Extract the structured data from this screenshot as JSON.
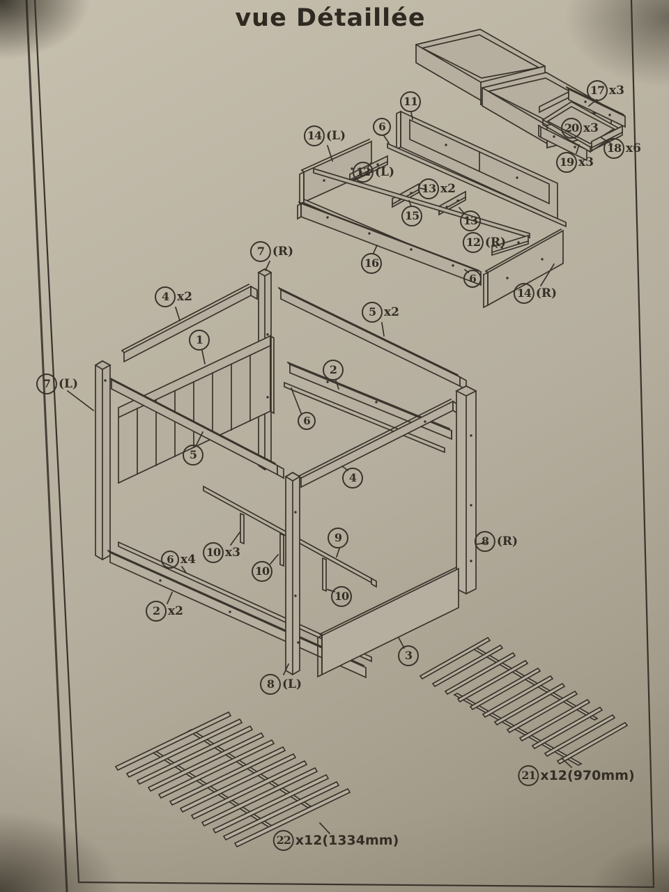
{
  "title": "vue Détaillée",
  "colors": {
    "paper": "#b6af9f",
    "ink": "#38332b"
  },
  "labels": [
    {
      "num": "17",
      "suffix": "x3"
    },
    {
      "num": "20",
      "suffix": "x3"
    },
    {
      "num": "18",
      "suffix": "x6"
    },
    {
      "num": "19",
      "suffix": "x3"
    },
    {
      "num": "11",
      "suffix": ""
    },
    {
      "num": "14",
      "suffix": "(L)"
    },
    {
      "num": "6",
      "suffix": ""
    },
    {
      "num": "12",
      "suffix": "(L)"
    },
    {
      "num": "13",
      "suffix": "x2"
    },
    {
      "num": "15",
      "suffix": ""
    },
    {
      "num": "13",
      "suffix": ""
    },
    {
      "num": "12",
      "suffix": "(R)"
    },
    {
      "num": "16",
      "suffix": ""
    },
    {
      "num": "6",
      "suffix": ""
    },
    {
      "num": "14",
      "suffix": "(R)"
    },
    {
      "num": "7",
      "suffix": "(R)"
    },
    {
      "num": "4",
      "suffix": "x2"
    },
    {
      "num": "5",
      "suffix": "x2"
    },
    {
      "num": "1",
      "suffix": ""
    },
    {
      "num": "2",
      "suffix": ""
    },
    {
      "num": "7",
      "suffix": "(L)"
    },
    {
      "num": "6",
      "suffix": ""
    },
    {
      "num": "5",
      "suffix": ""
    },
    {
      "num": "4",
      "suffix": ""
    },
    {
      "num": "9",
      "suffix": ""
    },
    {
      "num": "8",
      "suffix": "(R)"
    },
    {
      "num": "10",
      "suffix": "x3"
    },
    {
      "num": "6",
      "suffix": "x4"
    },
    {
      "num": "10",
      "suffix": ""
    },
    {
      "num": "10",
      "suffix": ""
    },
    {
      "num": "2",
      "suffix": "x2"
    },
    {
      "num": "3",
      "suffix": ""
    },
    {
      "num": "8",
      "suffix": "(L)"
    },
    {
      "num": "21",
      "suffix": "x12(970mm)"
    },
    {
      "num": "22",
      "suffix": "x12(1334mm)"
    }
  ]
}
